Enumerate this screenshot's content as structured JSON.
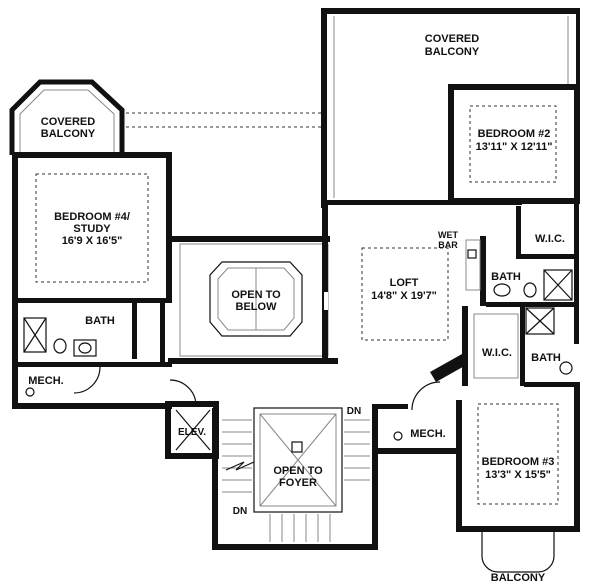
{
  "rooms": {
    "covered_balcony_top": [
      "COVERED",
      "BALCONY"
    ],
    "covered_balcony_left": [
      "COVERED",
      "BALCONY"
    ],
    "bedroom2": [
      "BEDROOM #2",
      "13'11\" X 12'11\""
    ],
    "bedroom4": [
      "BEDROOM #4/",
      "STUDY",
      "16'9 X 16'5\""
    ],
    "wet_bar": [
      "WET",
      "BAR"
    ],
    "wic_top": "W.I.C.",
    "open_below": [
      "OPEN TO",
      "BELOW"
    ],
    "loft": [
      "LOFT",
      "14'8\" X 19'7\""
    ],
    "bath_right_top": "BATH",
    "bath_left": "BATH",
    "wic_mid": "W.I.C.",
    "bath_right_mid": "BATH",
    "mech_left": "MECH.",
    "mech_right": "MECH.",
    "elev": "ELEV.",
    "dn_top": "DN",
    "dn_bottom": "DN",
    "open_foyer": [
      "OPEN TO",
      "FOYER"
    ],
    "bedroom3": [
      "BEDROOM #3",
      "13'3\" X 15'5\""
    ],
    "balcony_bottom": "BALCONY"
  }
}
